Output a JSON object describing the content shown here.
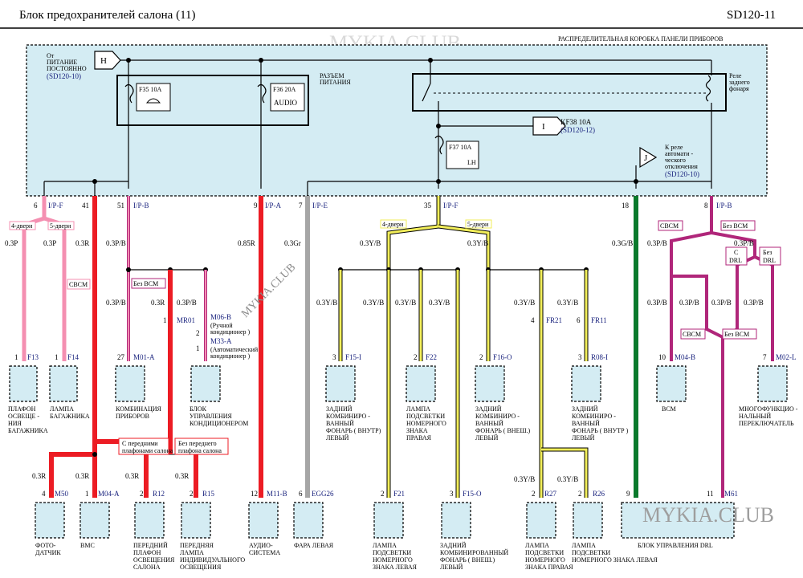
{
  "header": {
    "title": "Блок предохранителей салона (11)",
    "code": "SD120-11"
  },
  "watermark": "MYKIA.CLUB",
  "junction_box": {
    "label": "РАСПРЕДЕЛИТЕЛЬНАЯ КОРОБКА ПАНЕЛИ ПРИБОРОВ",
    "power_from": [
      "От",
      "ПИТАНИЕ",
      "ПОСТОЯННО"
    ],
    "power_ref": "(SD120-10)",
    "connector_h": "H",
    "razem": [
      "РАЗЪЕМ",
      "ПИТАНИЯ"
    ],
    "fuse_f35": "F35 10A",
    "fuse_f36": "F36 20A",
    "audio": "AUDIO",
    "relay": [
      "Реле",
      "заднего",
      "фонаря"
    ],
    "kf38": "KF38 10A",
    "kf38_ref": "(SD120-12)",
    "connector_i": "I",
    "fuse_f37": "F37 10A",
    "lh": "LH",
    "connector_j": "J",
    "auto_off": [
      "К реле",
      "автомати -",
      "ческого",
      "отключения"
    ],
    "auto_off_ref": "(SD120-10)"
  },
  "pins": [
    {
      "num": "6",
      "conn": "I/P-F"
    },
    {
      "num": "41",
      "conn": ""
    },
    {
      "num": "51",
      "conn": "I/P-B"
    },
    {
      "num": "9",
      "conn": "I/P-A"
    },
    {
      "num": "7",
      "conn": "I/P-E"
    },
    {
      "num": "35",
      "conn": "I/P-F"
    },
    {
      "num": "18",
      "conn": ""
    },
    {
      "num": "8",
      "conn": "I/P-B"
    }
  ],
  "wires": {
    "w1": "0.3P",
    "w2": "0.3P",
    "w3": "0.3R",
    "w4": "0.3P/B",
    "w5": "0.85R",
    "w6": "0.3Gr",
    "w7": "0.3Y/B",
    "w8": "0.3Y/B",
    "w9": "0.3G/B",
    "w10": "0.3P/B",
    "w11": "0.3P/B",
    "w12": "0.3P/B",
    "w13": "0.3R",
    "w14": "0.3P/B",
    "w15": "0.3Y/B",
    "w16": "0.3Y/B",
    "w17": "0.3Y/B",
    "w18": "0.3Y/B",
    "w19": "0.3Y/B",
    "w20": "0.3Y/B",
    "w21": "0.3P/B",
    "w22": "0.3P/B",
    "w23": "0.3P/B",
    "w24": "0.3P/B",
    "w25": "0.3R",
    "w26": "0.3R",
    "w27": "0.3R",
    "w28": "0.3R",
    "w29": "0.3Y/B",
    "w30": "0.3Y/B"
  },
  "options": {
    "door4": "4-двери",
    "door5": "5-двери",
    "bcm": "СBCM",
    "no_bcm": "Без BCM",
    "door4b": "4-двери",
    "door5b": "5-двери",
    "bcm2": "СBCM",
    "no_bcm2": "Без BCM",
    "drl": [
      "С",
      "DRL"
    ],
    "no_drl": [
      "Без",
      "DRL"
    ],
    "bcm3": "СBCM",
    "no_bcm3": "Без BCM",
    "front_lamps": [
      "С передними",
      "плафонами салона"
    ],
    "no_front_lamps": [
      "Без переднего",
      "плафона салона"
    ]
  },
  "inline_conns": {
    "mr01": "MR01",
    "m06b": "M06-B",
    "m06b_note": [
      "(Ручной",
      "кондиционер )"
    ],
    "m33a": "M33-A",
    "m33a_note": [
      "(Автоматический",
      "кондиционер )"
    ],
    "fr21": "FR21",
    "fr11": "FR11"
  },
  "components": {
    "c1": {
      "pin": "1",
      "conn": "F13",
      "label": [
        "ПЛАФОН",
        "ОСВЕЩЕ -",
        "НИЯ",
        "БАГАЖНИКА"
      ]
    },
    "c2": {
      "pin": "1",
      "conn": "F14",
      "label": [
        "ЛАМПА",
        "БАГАЖНИКА"
      ]
    },
    "c3": {
      "pin": "27",
      "conn": "M01-A",
      "label": [
        "КОМБИНАЦИЯ",
        "ПРИБОРОВ"
      ]
    },
    "c4": {
      "pin": "",
      "conn": "",
      "label": [
        "БЛОК",
        "УПРАВЛЕНИЯ",
        "КОНДИЦИОНЕРОМ"
      ]
    },
    "c5": {
      "pin": "3",
      "conn": "F15-I",
      "label": [
        "ЗАДНИЙ",
        "КОМБИНИРО -",
        "ВАННЫЙ",
        "ФОНАРЬ ( ВНУТР)",
        "ЛЕВЫЙ"
      ]
    },
    "c6": {
      "pin": "2",
      "conn": "F22",
      "label": [
        "ЛАМПА",
        "ПОДСВЕТКИ",
        "НОМЕРНОГО",
        "ЗНАКА",
        "ПРАВАЯ"
      ]
    },
    "c7": {
      "pin": "2",
      "conn": "F16-O",
      "label": [
        "ЗАДНИЙ",
        "КОМБИНИРО -",
        "ВАННЫЙ",
        "ФОНАРЬ ( ВНЕШ.)",
        "ЛЕВЫЙ"
      ]
    },
    "c8": {
      "pin": "3",
      "conn": "R08-I",
      "label": [
        "ЗАДНИЙ",
        "КОМБИНИРО -",
        "ВАННЫЙ",
        "ФОНАРЬ ( ВНУТР )",
        "ЛЕВЫЙ"
      ]
    },
    "c9": {
      "pin": "10",
      "conn": "M04-B",
      "label": [
        "BCM"
      ]
    },
    "c10": {
      "pin": "7",
      "conn": "M02-L",
      "label": [
        "МНОГОФУНКЦИО -",
        "НАЛЬНЫЙ",
        "ПЕРЕКЛЮЧАТЕЛЬ"
      ]
    },
    "c11": {
      "pin": "4",
      "conn": "M50",
      "label": [
        "ФОТО-",
        "ДАТЧИК"
      ]
    },
    "c12": {
      "pin": "1",
      "conn": "M04-A",
      "label": [
        "BMC"
      ]
    },
    "c13": {
      "pin": "2",
      "conn": "R12",
      "label": [
        "ПЕРЕДНИЙ",
        "ПЛАФОН",
        "ОСВЕЩЕНИЯ",
        "САЛОНА"
      ]
    },
    "c14": {
      "pin": "2",
      "conn": "R15",
      "label": [
        "ПЕРЕДНЯЯ",
        "ЛАМПА",
        "ИНДИВИДУАЛЬНОГО",
        "ОСВЕЩЕНИЯ"
      ]
    },
    "c15": {
      "pin": "12",
      "conn": "M11-B",
      "label": [
        "АУДИО-",
        "СИСТЕМА"
      ]
    },
    "c16": {
      "pin": "6",
      "conn": "EGG26",
      "label": [
        "ФАРА ЛЕВАЯ"
      ]
    },
    "c17": {
      "pin": "2",
      "conn": "F21",
      "label": [
        "ЛАМПА",
        "ПОДСВЕТКИ",
        "НОМЕРНОГО",
        "ЗНАКА ЛЕВАЯ"
      ]
    },
    "c18": {
      "pin": "3",
      "conn": "F15-O",
      "label": [
        "ЗАДНИЙ",
        "КОМБИНИРОВАННЫЙ",
        "ФОНАРЬ ( ВНЕШ.)",
        "ЛЕВЫЙ"
      ]
    },
    "c19": {
      "pin": "2",
      "conn": "R27",
      "label": [
        "ЛАМПА",
        "ПОДСВЕТКИ",
        "НОМЕРНОГО",
        "ЗНАКА ПРАВАЯ"
      ]
    },
    "c20": {
      "pin": "2",
      "conn": "R26",
      "label": [
        "ЛАМПА",
        "ПОДСВЕТКИ",
        "НОМЕРНОГО ЗНАКА ЛЕВАЯ"
      ]
    },
    "c21": {
      "pin": "9",
      "conn": "",
      "label": [
        "БЛОК УПРАВЛЕНИЯ DRL"
      ]
    },
    "c21b": {
      "pin": "11",
      "conn": "M61"
    },
    "inline_pins": {
      "mr01": "1",
      "m06b": "2",
      "m33a": "1",
      "fr21": "4",
      "fr11": "6"
    }
  },
  "colors": {
    "red": "#ec1c24",
    "pink": "#f48fb1",
    "magenta": "#b0267a",
    "yellow": "#f2ee5a",
    "green": "#0a7a2c",
    "gray": "#a6a6a6",
    "box": "#d4ecf3"
  }
}
